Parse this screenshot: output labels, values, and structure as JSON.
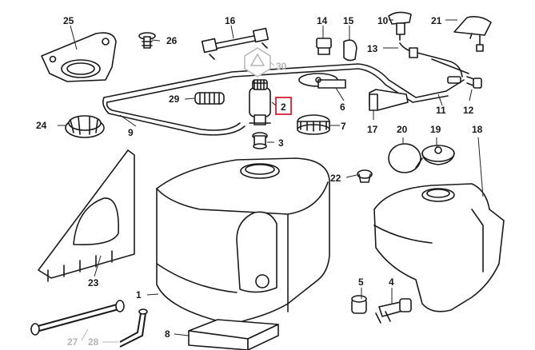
{
  "diagram": {
    "highlight_color": "#d0021b",
    "dimmed_color": "#b5b5b5",
    "selected_part": "2",
    "parts": [
      {
        "key": "p1",
        "label": "1"
      },
      {
        "key": "p2",
        "label": "2"
      },
      {
        "key": "p3",
        "label": "3"
      },
      {
        "key": "p4",
        "label": "4"
      },
      {
        "key": "p5",
        "label": "5"
      },
      {
        "key": "p6",
        "label": "6"
      },
      {
        "key": "p7",
        "label": "7"
      },
      {
        "key": "p8",
        "label": "8"
      },
      {
        "key": "p9",
        "label": "9"
      },
      {
        "key": "p10",
        "label": "10"
      },
      {
        "key": "p11",
        "label": "11"
      },
      {
        "key": "p12",
        "label": "12"
      },
      {
        "key": "p13",
        "label": "13"
      },
      {
        "key": "p14",
        "label": "14"
      },
      {
        "key": "p15",
        "label": "15"
      },
      {
        "key": "p16",
        "label": "16"
      },
      {
        "key": "p17",
        "label": "17"
      },
      {
        "key": "p18",
        "label": "18"
      },
      {
        "key": "p19",
        "label": "19"
      },
      {
        "key": "p20",
        "label": "20"
      },
      {
        "key": "p21",
        "label": "21"
      },
      {
        "key": "p22",
        "label": "22"
      },
      {
        "key": "p23",
        "label": "23"
      },
      {
        "key": "p24",
        "label": "24"
      },
      {
        "key": "p25",
        "label": "25"
      },
      {
        "key": "p26",
        "label": "26"
      },
      {
        "key": "p27",
        "label": "27"
      },
      {
        "key": "p28",
        "label": "28"
      },
      {
        "key": "p29",
        "label": "29"
      },
      {
        "key": "p30",
        "label": "30"
      }
    ],
    "dimmed_parts": [
      "27",
      "28",
      "30"
    ]
  }
}
